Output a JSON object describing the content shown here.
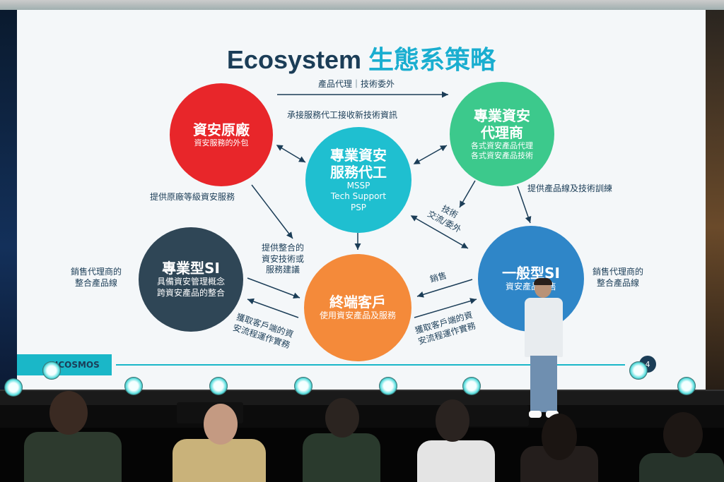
{
  "slide": {
    "title_en": "Ecosystem",
    "title_zh": "生態系策略",
    "nodes": {
      "vendor": {
        "title": "資安原廠",
        "subtitle": "資安服務的外包"
      },
      "center": {
        "title_line1": "專業資安",
        "title_line2": "服務代工",
        "sub1": "MSSP",
        "sub2": "Tech Support",
        "sub3": "PSP"
      },
      "agent": {
        "title_line1": "專業資安",
        "title_line2": "代理商",
        "sub1": "各式資安產品代理",
        "sub2": "各式資安產品技術"
      },
      "pro_si": {
        "title": "專業型SI",
        "sub1": "具備資安管理概念",
        "sub2": "跨資安產品的整合"
      },
      "customer": {
        "title": "終端客戶",
        "subtitle": "使用資安產品及服務"
      },
      "general_si": {
        "title": "一般型SI",
        "subtitle": "資安產品銷售"
      }
    },
    "labels": {
      "top_arrow": "產品代理｜技術委外",
      "top_sub": "承接服務代工接收新技術資訊",
      "vendor_service": "提供原廠等級資安服務",
      "agent_training": "提供產品線及技術訓練",
      "tech_exchange_1": "技術",
      "tech_exchange_2": "交流/委外",
      "integration_1": "提供整合的",
      "integration_2": "資安技術或",
      "integration_3": "服務建議",
      "left_sales_1": "銷售代理商的",
      "left_sales_2": "整合產品線",
      "right_sales_1": "銷售代理商的",
      "right_sales_2": "整合產品線",
      "sales": "銷售",
      "obtain_left_1": "獲取客戶端的資",
      "obtain_left_2": "安流程運作實務",
      "obtain_right_1": "獲取客戶端的資",
      "obtain_right_2": "安流程運作實務"
    },
    "logo_text": "GICOSMOS",
    "page_number": "4"
  },
  "colors": {
    "vendor": "#e8262a",
    "center": "#1fbfd0",
    "agent": "#3cc98c",
    "pro_si": "#2f4656",
    "customer": "#f48a3a",
    "general_si": "#2f86c8",
    "navy": "#1b3d57",
    "accent": "#1aaed0"
  }
}
